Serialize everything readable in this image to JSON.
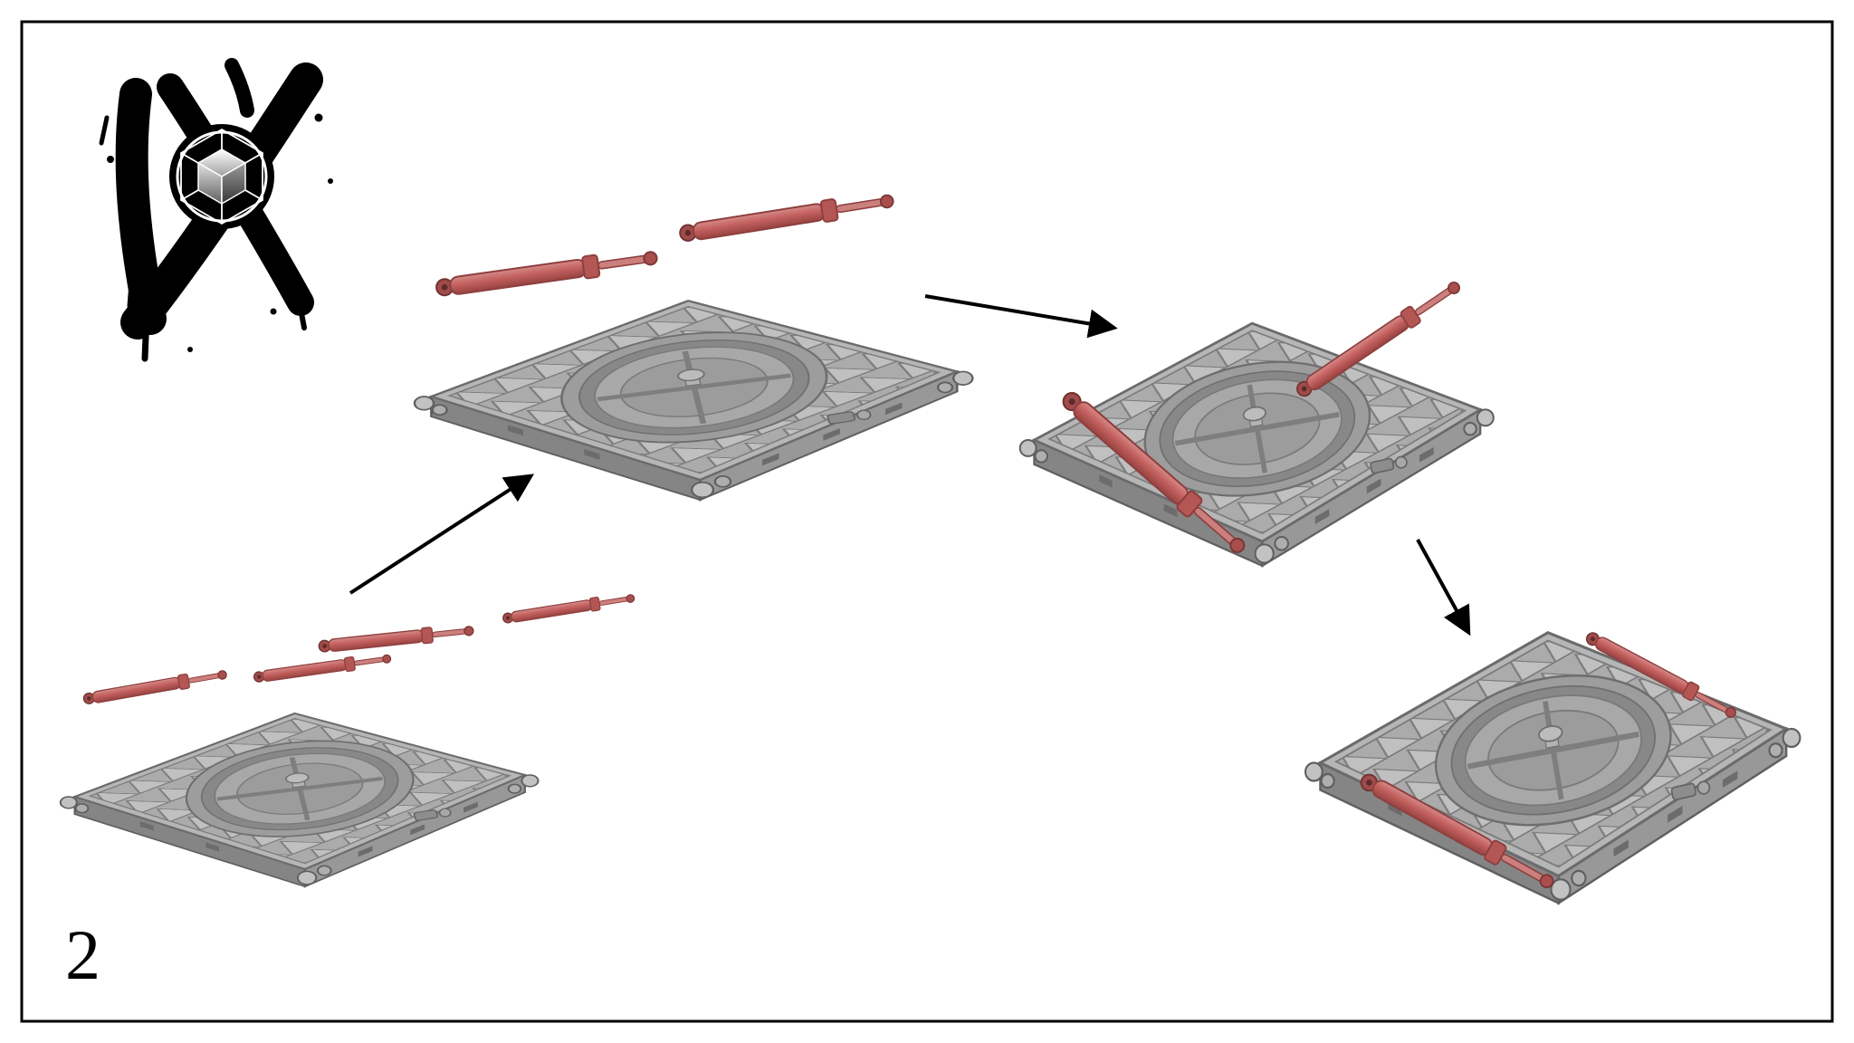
{
  "page": {
    "background": "#ffffff",
    "border_color": "#000000"
  },
  "step": {
    "number": "2"
  },
  "logo": {
    "icon": "cube-logo-icon",
    "style": "black-brush-strokes"
  },
  "colors": {
    "part_gray": "#b6b6b6",
    "part_gray_shadow": "#858585",
    "rod_red": "#c4615f",
    "rod_red_dark": "#8f3d3c",
    "arrow_black": "#000000"
  },
  "stages": [
    {
      "name": "stage-1",
      "part": "base-plate-with-turret-ring",
      "loose_rods": 4,
      "position": "bottom-left"
    },
    {
      "name": "stage-2",
      "part": "base-plate-with-turret-ring",
      "loose_rods": 2,
      "position": "upper-middle"
    },
    {
      "name": "stage-3",
      "part": "base-plate-with-turret-ring",
      "loose_rods": 2,
      "position": "right"
    },
    {
      "name": "stage-4",
      "part": "base-plate-with-rods-installed",
      "loose_rods": 2,
      "position": "bottom-right"
    }
  ],
  "arrows": [
    {
      "name": "stage-1-to-stage-2"
    },
    {
      "name": "stage-2-to-stage-3"
    },
    {
      "name": "stage-3-to-stage-4"
    }
  ]
}
